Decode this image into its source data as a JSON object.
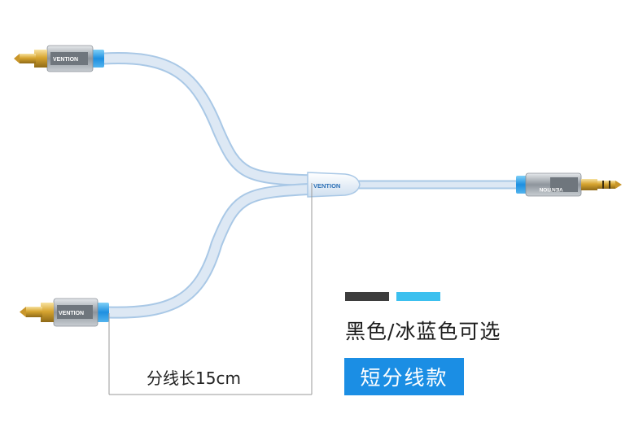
{
  "product": {
    "brand_mark": "VENTION",
    "split_length_label": "分线长15cm",
    "color_note": "黑色/冰蓝色可选",
    "style_badge": "短分线款"
  },
  "color_options": [
    {
      "name": "黑色",
      "hex": "#3d3d3d"
    },
    {
      "name": "冰蓝色",
      "hex": "#3cc0ef"
    }
  ],
  "colors": {
    "cable": "#dde8f4",
    "cable_outline": "#a9c8e6",
    "accent_blue": "#2fa3ea",
    "badge_bg": "#1b8ee4",
    "gold": "#d9a93a",
    "chrome": "#b9bec4"
  }
}
